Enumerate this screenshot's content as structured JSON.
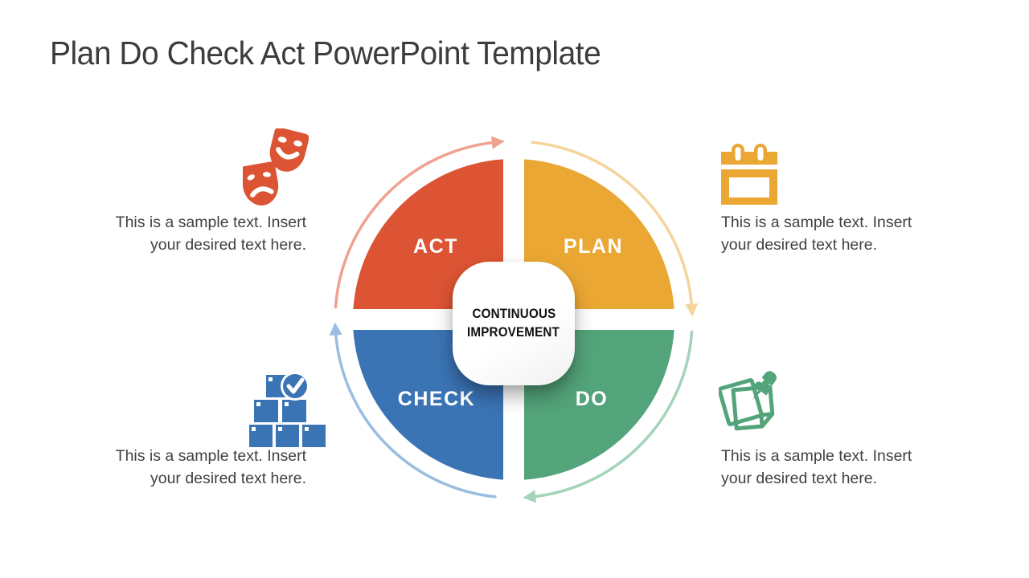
{
  "slide": {
    "title": "Plan Do Check Act PowerPoint Template"
  },
  "diagram": {
    "type": "pdca-cycle",
    "center": {
      "line1": "CONTINUOUS",
      "line2": "IMPROVEMENT"
    },
    "quadrants": [
      {
        "label": "ACT",
        "position": "top-left",
        "icon": "theater-masks-icon"
      },
      {
        "label": "PLAN",
        "position": "top-right",
        "icon": "calendar-icon"
      },
      {
        "label": "CHECK",
        "position": "bottom-left",
        "icon": "stacked-boxes-check-icon"
      },
      {
        "label": "DO",
        "position": "bottom-right",
        "icon": "pinned-notes-icon"
      }
    ],
    "flow": "clockwise"
  },
  "sample_blocks": [
    {
      "position": "top-left",
      "line1": "This is a sample text. Insert",
      "line2": "your desired text here."
    },
    {
      "position": "top-right",
      "line1": "This is a sample text. Insert",
      "line2": "your desired text here."
    },
    {
      "position": "bottom-left",
      "line1": "This is a sample text. Insert",
      "line2": "your desired text here."
    },
    {
      "position": "bottom-right",
      "line1": "This is a sample text. Insert",
      "line2": "your desired text here."
    }
  ],
  "colors": {
    "act": "#DC5434",
    "plan": "#EBA733",
    "check": "#3B74B5",
    "do": "#53A47A",
    "arrow_act": "#EFA28F",
    "arrow_plan": "#F5D49C",
    "arrow_check": "#9ABEE2",
    "arrow_do": "#A3D4B9",
    "title_text": "#3C3C3C",
    "body_text": "#414141",
    "center_text": "#111111"
  }
}
